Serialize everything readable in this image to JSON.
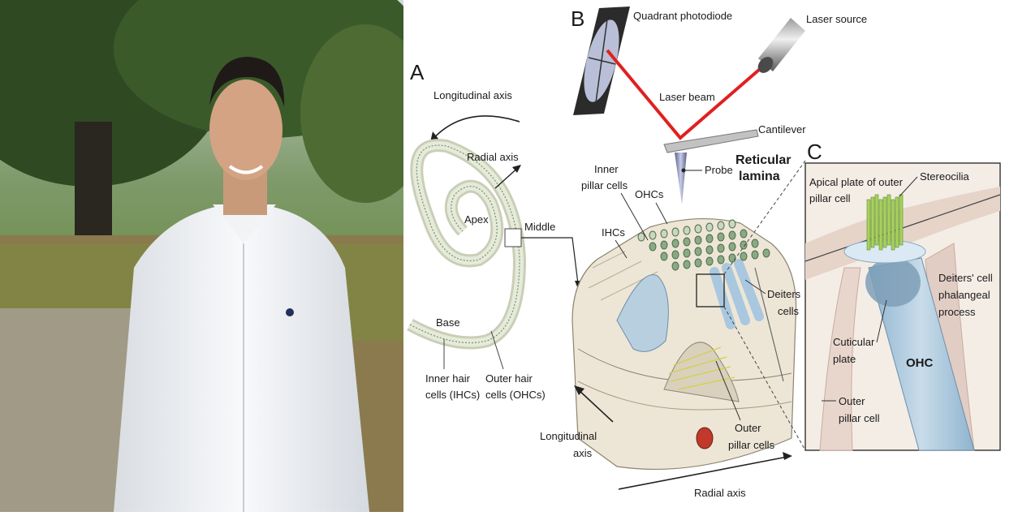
{
  "panels": {
    "a": {
      "letter": "A",
      "longitudinal_axis": "Longitudinal axis",
      "radial_axis": "Radial axis",
      "apex": "Apex",
      "middle": "Middle",
      "base": "Base",
      "ihc_line1": "Inner hair",
      "ihc_line2": "cells (IHCs)",
      "ohc_line1": "Outer hair",
      "ohc_line2": "cells (OHCs)"
    },
    "b": {
      "letter": "B",
      "quadrant_photodiode": "Quadrant photodiode",
      "laser_source": "Laser source",
      "laser_beam": "Laser beam",
      "cantilever": "Cantilever",
      "probe": "Probe",
      "reticular_line1": "Reticular",
      "reticular_line2": "lamina",
      "inner_pillar_line1": "Inner",
      "inner_pillar_line2": "pillar cells",
      "ohcs": "OHCs",
      "ihcs": "IHCs",
      "deiters_line1": "Deiters",
      "deiters_line2": "cells",
      "outer_pillar_line1": "Outer",
      "outer_pillar_line2": "pillar cells",
      "longitudinal_line1": "Longitudinal",
      "longitudinal_line2": "axis",
      "radial_axis": "Radial axis"
    },
    "c": {
      "letter": "C",
      "apical_line1": "Apical plate of outer",
      "apical_line2": "pillar cell",
      "stereocilia": "Stereocilia",
      "deiters_line1": "Deiters' cell",
      "deiters_line2": "phalangeal",
      "deiters_line3": "process",
      "cuticular_line1": "Cuticular",
      "cuticular_line2": "plate",
      "ohc": "OHC",
      "outer_pillar_line1": "Outer",
      "outer_pillar_line2": "pillar cell"
    }
  },
  "colors": {
    "laser": "#e02020",
    "tissue": "#ede6d6",
    "cell_blue": "#a9c8df",
    "ohc_green": "#8aa985",
    "stereocilia": "#a8d160",
    "vessel": "#c0392b"
  }
}
